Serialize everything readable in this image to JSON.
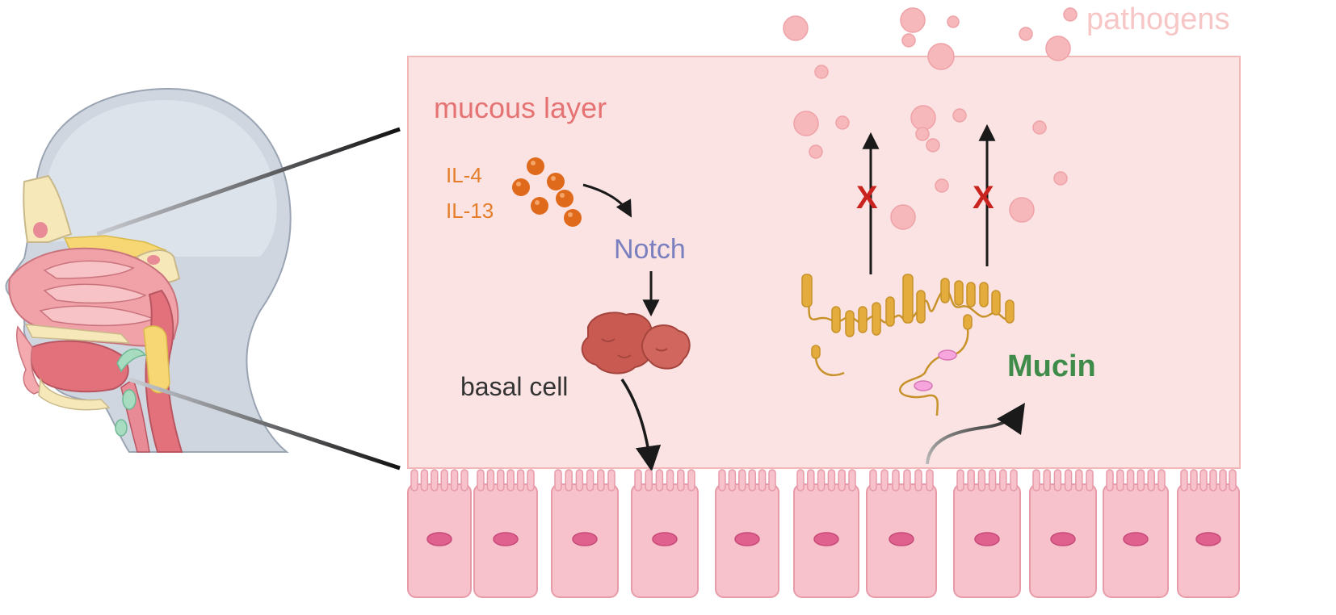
{
  "labels": {
    "pathogens": "pathogens",
    "mucous_layer": "mucous layer",
    "il4": "IL-4",
    "il13": "IL-13",
    "notch": "Notch",
    "basal_cell": "basal cell",
    "mucin": "Mucin",
    "blocked_mark": "X"
  },
  "colors": {
    "mucous_fill": "#fbe3e3",
    "mucous_border": "#f2b8b8",
    "pathogen": "#f6b8bb",
    "cytokine": "#e06a1c",
    "notch": "#7a7fbf",
    "mucin_label": "#3f8c4a",
    "mucin_protein": "#e3ac3c",
    "basal_cell": "#c85a52",
    "epithelium": "#f7c2cc",
    "nucleus": "#e0608e",
    "blocked": "#c8231e"
  }
}
